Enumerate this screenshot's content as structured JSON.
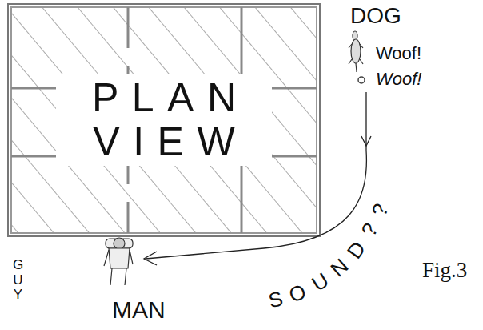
{
  "diagram": {
    "caption": "Fig.3",
    "nodes": [
      {
        "text": [
          "PLAN VIEW"
        ]
      }
    ],
    "labels": [
      "DOG",
      "Woof!",
      "Woof!",
      "SOUND??",
      "GUY",
      "MAN"
    ]
  }
}
